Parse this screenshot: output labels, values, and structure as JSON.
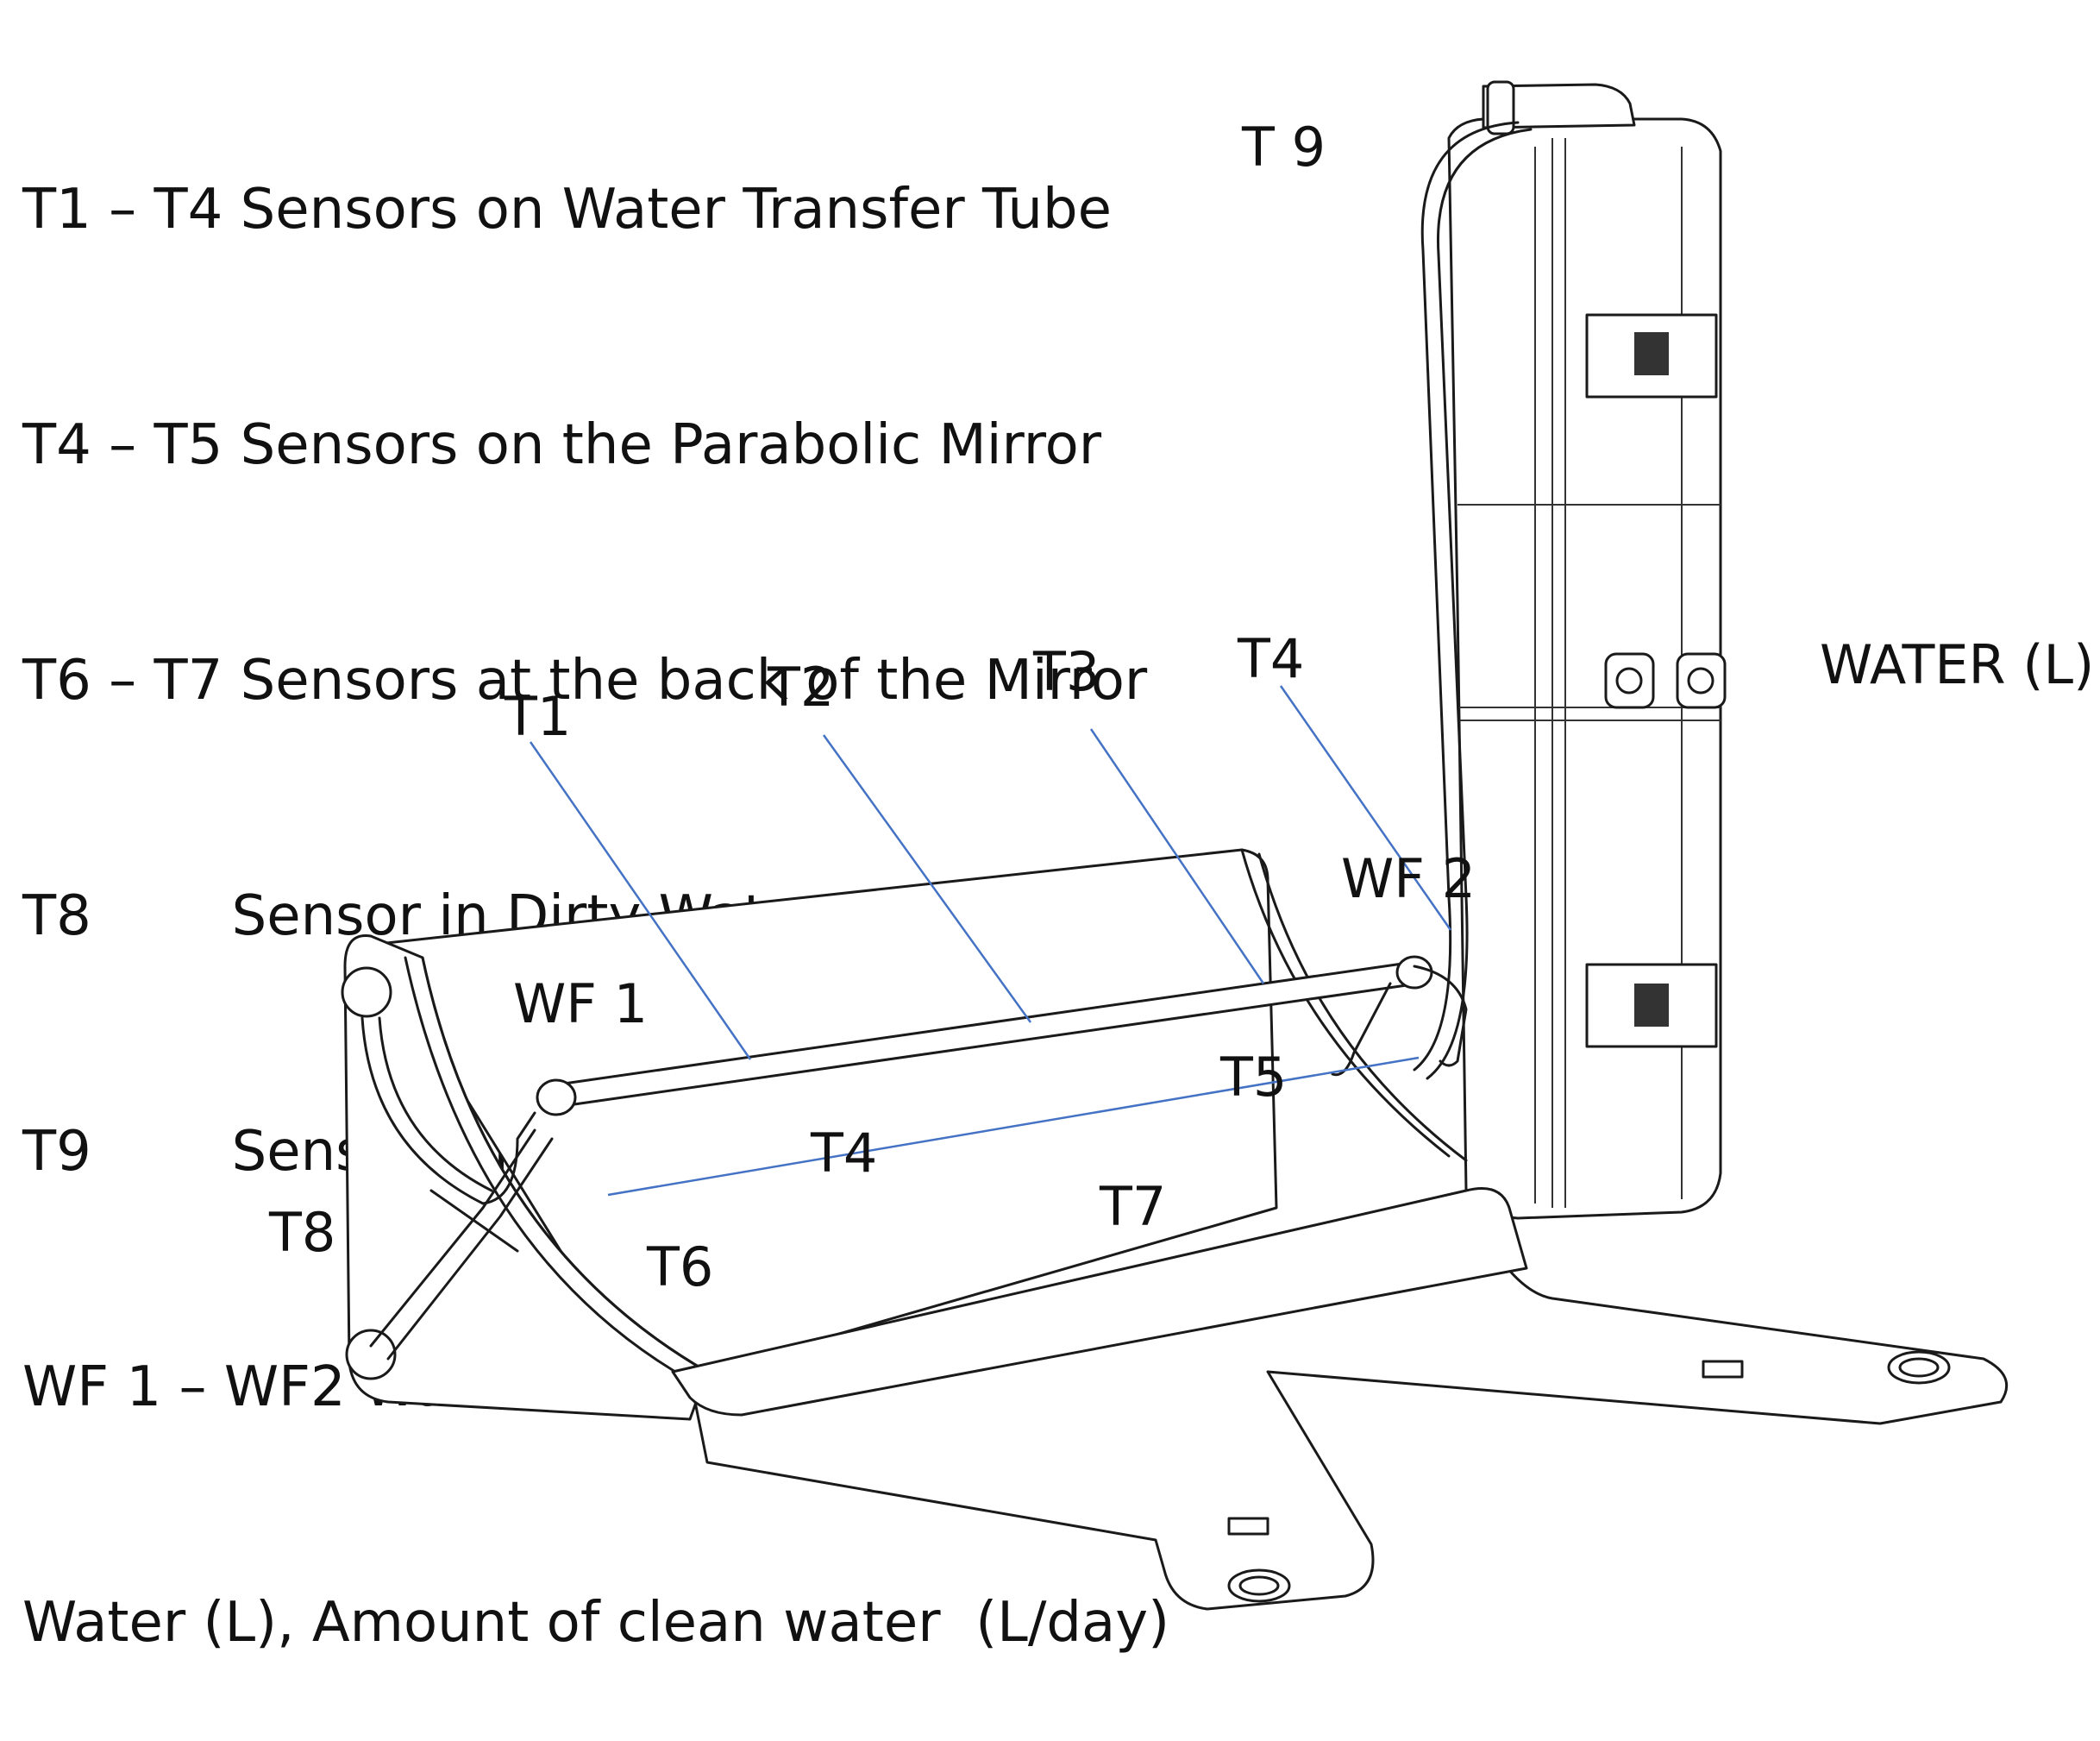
{
  "legend": [
    "T1 – T4 Sensors on Water Transfer Tube",
    "T4 – T5 Sensors on the Parabolic Mirror",
    "T6 – T7 Sensors at the back of the Mirror",
    "T8        Sensor in Dirty Water Tank",
    "T9        Sensor  Ambient  Temperature",
    "WF 1 – WF2 Water Flow ( Flow meter)",
    "Water (L), Amount of clean water  (L/day)"
  ],
  "labels": {
    "t9": "T  9",
    "t1": "T1",
    "t2": "T2",
    "t3": "T3",
    "t4_top": "T4",
    "water": "WATER (L)",
    "wf2": "WF  2",
    "wf1": "WF  1",
    "t5": "T5",
    "t4_mirror": "T4",
    "t7": "T7",
    "t8": "T8",
    "t6": "T6"
  },
  "colors": {
    "leader_line": "#4472c4",
    "drawing": "#1a1a1a",
    "text": "#111111"
  }
}
